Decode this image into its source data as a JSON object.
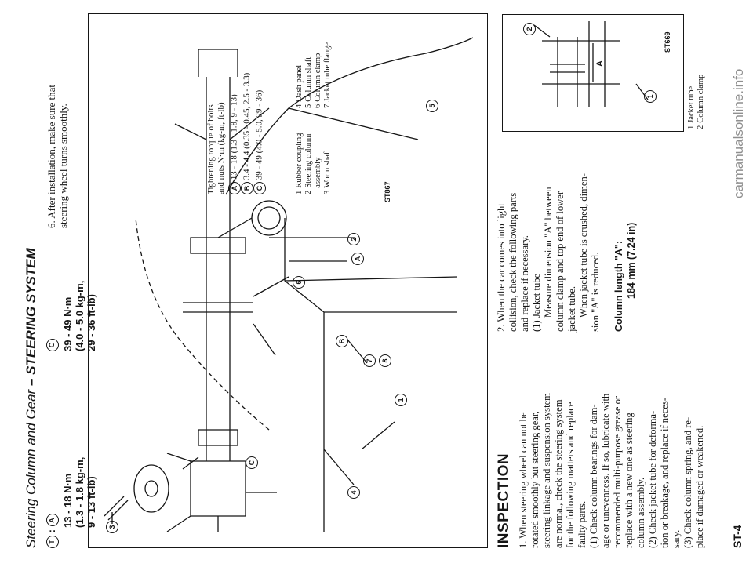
{
  "header": {
    "section": "Steering Column and Gear",
    "system": "– STEERING SYSTEM"
  },
  "torque_callouts": {
    "t_symbol": "T",
    "a": {
      "marker": "A",
      "lines": [
        "13 - 18 N·m",
        "(1.3 - 1.8 kg-m,",
        "9 - 13 ft-lb)"
      ]
    },
    "c": {
      "marker": "C",
      "lines": [
        "39 - 49 N·m",
        "(4.0 - 5.0 kg-m,",
        "29 - 36 ft-lb)"
      ]
    }
  },
  "step6": [
    "6.  After installation, make sure that",
    "steering wheel turns smoothly."
  ],
  "figure1": {
    "code": "ST867",
    "callouts": [
      "1",
      "2",
      "3",
      "4",
      "5",
      "6",
      "7",
      "8",
      "A",
      "B",
      "C"
    ],
    "torque_title": [
      "Tightening torque of bolts",
      "and nuts  N·m (kg-m, ft-lb)"
    ],
    "torque_rows": [
      {
        "marker": "A",
        "text": "13 - 18 (1.3 - 1.8, 9 - 13)"
      },
      {
        "marker": "B",
        "text": "3.4 - 4.4 (0.35 - 0.45, 2.5 - 3.3)"
      },
      {
        "marker": "C",
        "text": "39 - 49 (4.0 - 5.0, 29 - 36)"
      }
    ],
    "legend_left": [
      {
        "num": "1",
        "text": "Rubber coupling"
      },
      {
        "num": "2",
        "text": "Steering column"
      },
      {
        "num": "",
        "text": "assembly"
      },
      {
        "num": "3",
        "text": "Worm shaft"
      }
    ],
    "legend_right": [
      {
        "num": "4",
        "text": "Dash panel"
      },
      {
        "num": "5",
        "text": "Column shaft"
      },
      {
        "num": "6",
        "text": "Column clamp"
      },
      {
        "num": "7",
        "text": "Jacket tube flange"
      }
    ]
  },
  "inspection": {
    "heading": "INSPECTION",
    "lines": [
      "1.  When steering wheel can not be",
      "rotated smoothly but steering gear,",
      "steering linkage and suspension system",
      "are normal, check the steering system",
      "for the following matters and replace",
      "faulty parts.",
      "(1)  Check column bearings for dam-",
      "age or unevenness. If so, lubricate with",
      "recommended multi-purpose grease or",
      "replace with a new one as steering",
      "column assembly.",
      "(2)  Check jacket tube for deforma-",
      "tion or breakage, and replace if neces-",
      "sary.",
      "(3)  Check column spring, and re-",
      "place if damaged or weakened."
    ]
  },
  "collision": {
    "lines": [
      "2.  When the car comes into light",
      "collision, check the following parts",
      "and replace if necessary.",
      "(1)  Jacket tube",
      "Measure dimension \"A\" between",
      "column clamp and top end of lower",
      "jacket tube.",
      "When jacket tube is crushed, dimen-",
      "sion \"A\" is reduced."
    ],
    "column_length_label": "Column length \"A\":",
    "column_length_value": "184 mm (7.24 in)"
  },
  "figure2": {
    "code": "ST669",
    "callout_1": "1",
    "callout_2": "2",
    "dim_label": "A",
    "legend": [
      {
        "num": "1",
        "text": "Jacket tube"
      },
      {
        "num": "2",
        "text": "Column clamp"
      }
    ]
  },
  "page_number": "ST-4",
  "watermark": "carmanualsonline.info"
}
